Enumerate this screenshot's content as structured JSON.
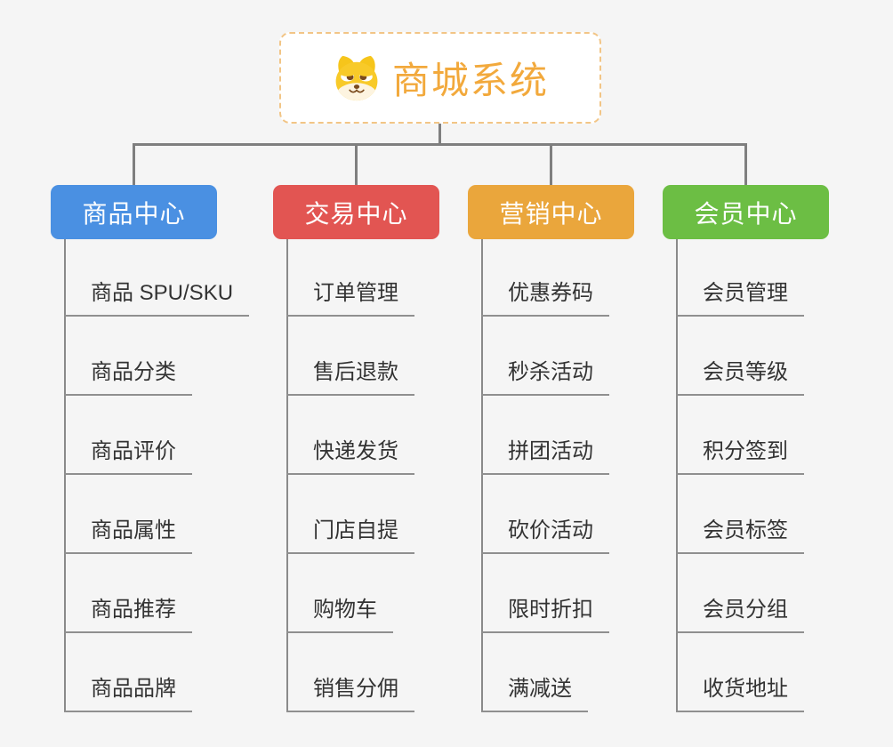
{
  "root": {
    "title": "商城系统",
    "icon": "dog-face-icon"
  },
  "branches": [
    {
      "label": "商品中心",
      "color": "#4A90E2",
      "children": [
        "商品 SPU/SKU",
        "商品分类",
        "商品评价",
        "商品属性",
        "商品推荐",
        "商品品牌"
      ]
    },
    {
      "label": "交易中心",
      "color": "#E25552",
      "children": [
        "订单管理",
        "售后退款",
        "快递发货",
        "门店自提",
        "购物车",
        "销售分佣"
      ]
    },
    {
      "label": "营销中心",
      "color": "#EAA63C",
      "children": [
        "优惠券码",
        "秒杀活动",
        "拼团活动",
        "砍价活动",
        "限时折扣",
        "满减送"
      ]
    },
    {
      "label": "会员中心",
      "color": "#6CBE44",
      "children": [
        "会员管理",
        "会员等级",
        "积分签到",
        "会员标签",
        "会员分组",
        "收货地址"
      ]
    }
  ],
  "colors": {
    "background": "#F5F5F5",
    "root_accent": "#F2A93C",
    "root_border": "#F2C586",
    "connector": "#7F7F7F",
    "leaf_line": "#8F8F8F",
    "leaf_text": "#333333"
  }
}
